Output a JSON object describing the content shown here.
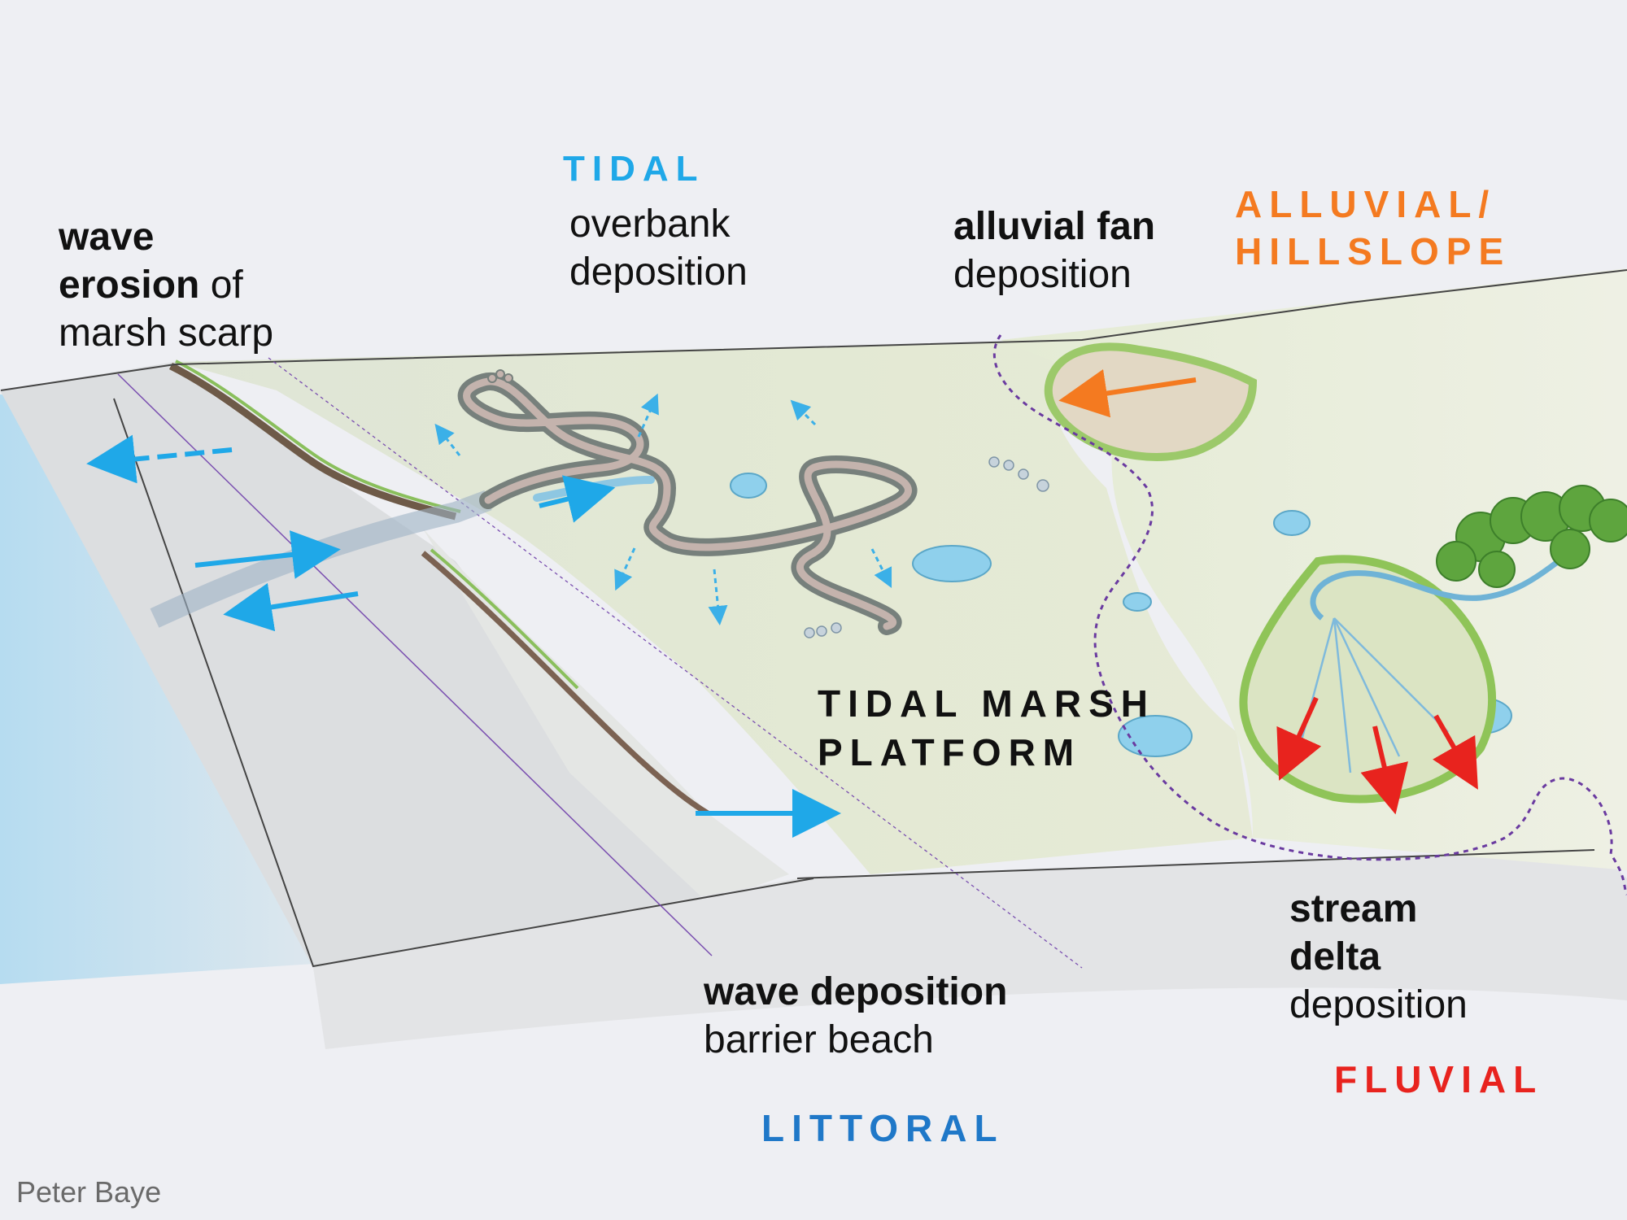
{
  "labels": {
    "wave_erosion": {
      "l1_bold": "wave",
      "l2_bold": "erosion",
      "l2_rest": " of",
      "l3": "marsh scarp"
    },
    "tidal": {
      "title": "TIDAL",
      "l1": "overbank",
      "l2": "deposition"
    },
    "alluvial_fan": {
      "bold": "alluvial fan",
      "rest": "deposition"
    },
    "alluvial_region": {
      "l1": "ALLUVIAL/",
      "l2": "HILLSLOPE"
    },
    "marsh_platform": {
      "l1": "TIDAL MARSH",
      "l2": "PLATFORM"
    },
    "wave_deposition": {
      "bold": "wave deposition",
      "rest": "barrier beach"
    },
    "littoral": "LITTORAL",
    "stream_delta": {
      "l1": "stream",
      "l2": "delta",
      "l3": "deposition"
    },
    "fluvial": "FLUVIAL",
    "credit": "Peter Baye"
  },
  "colors": {
    "tidal_blue": "#1fa8e8",
    "littoral_blue": "#1f78c8",
    "alluvial_orange": "#f47a20",
    "fluvial_red": "#e8231e",
    "marsh_green": "#9cc96a",
    "water_blue": "#8fd0ec",
    "watershed_purple": "#6a3aa0"
  }
}
